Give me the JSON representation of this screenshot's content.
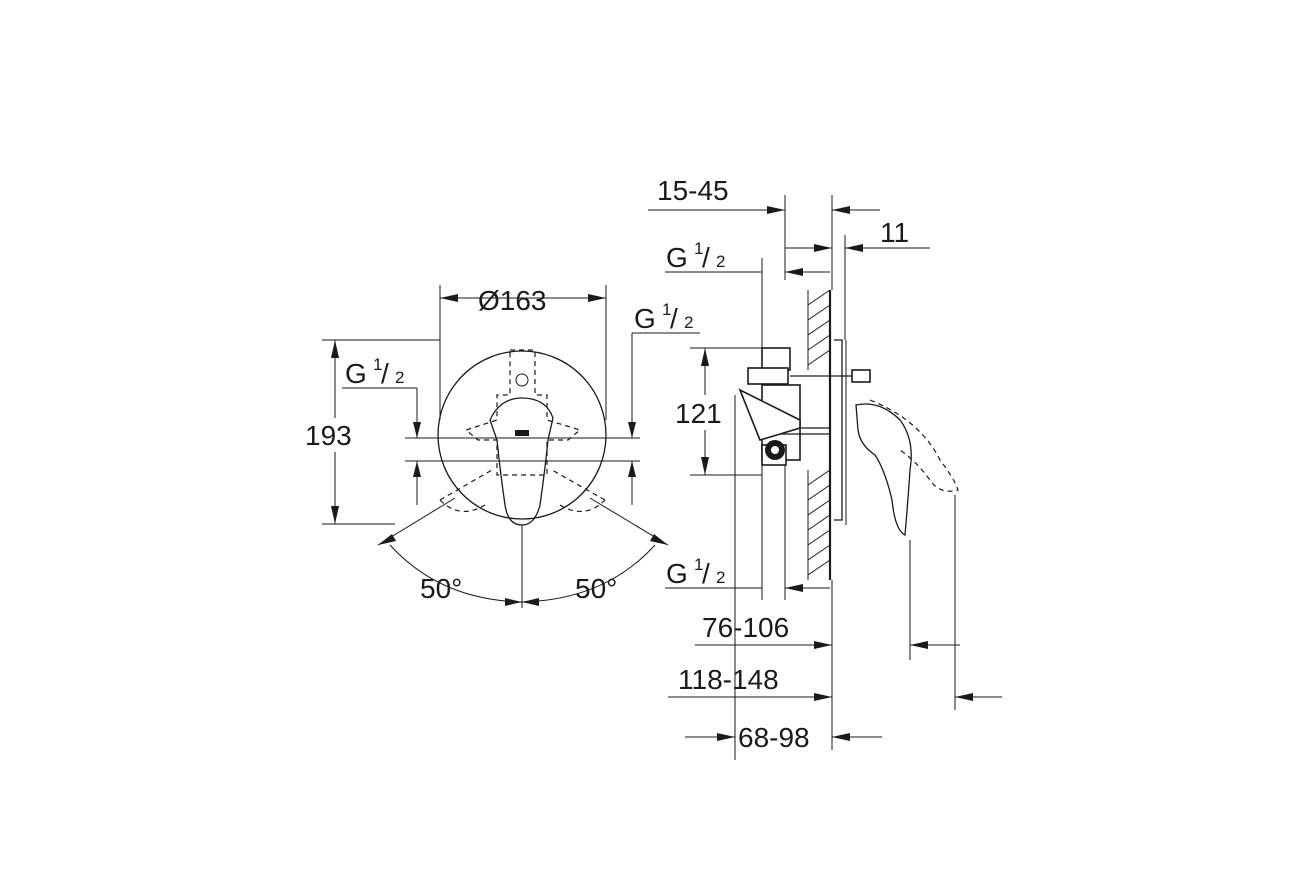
{
  "front_view": {
    "diameter": "Ø163",
    "height": "193",
    "thread_left": {
      "main": "G",
      "num": "1",
      "den": "2"
    },
    "thread_right": {
      "main": "G",
      "num": "1",
      "den": "2"
    },
    "angle_left": "50°",
    "angle_right": "50°"
  },
  "side_view": {
    "wall_thickness": "15-45",
    "plate": "11",
    "thread_top": {
      "main": "G",
      "num": "1",
      "den": "2"
    },
    "thread_bottom": {
      "main": "G",
      "num": "1",
      "den": "2"
    },
    "height": "121",
    "depth_1": "76-106",
    "depth_2": "118-148",
    "depth_3": "68-98"
  }
}
